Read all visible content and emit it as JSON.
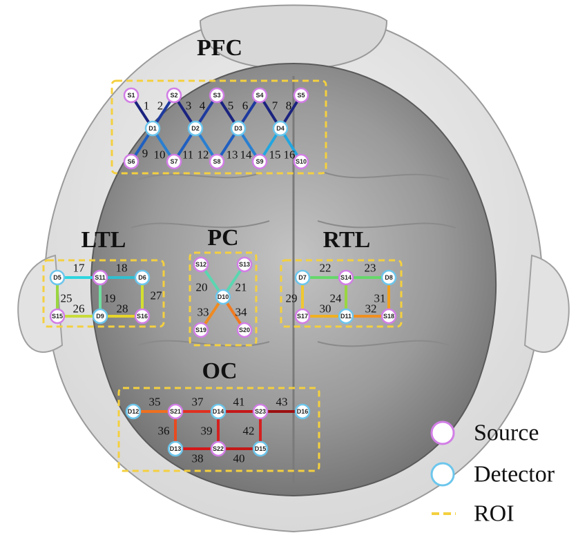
{
  "colors": {
    "source": "#d27ee6",
    "detector": "#6cc6ec",
    "roi": "#f4d03f"
  },
  "regions": [
    {
      "id": "pfc",
      "label": "PFC"
    },
    {
      "id": "ltl",
      "label": "LTL"
    },
    {
      "id": "pc",
      "label": "PC"
    },
    {
      "id": "rtl",
      "label": "RTL"
    },
    {
      "id": "oc",
      "label": "OC"
    }
  ],
  "optodes": [
    {
      "id": "S1",
      "type": "source"
    },
    {
      "id": "S2",
      "type": "source"
    },
    {
      "id": "S3",
      "type": "source"
    },
    {
      "id": "S4",
      "type": "source"
    },
    {
      "id": "S5",
      "type": "source"
    },
    {
      "id": "S6",
      "type": "source"
    },
    {
      "id": "S7",
      "type": "source"
    },
    {
      "id": "S8",
      "type": "source"
    },
    {
      "id": "S9",
      "type": "source"
    },
    {
      "id": "S10",
      "type": "source"
    },
    {
      "id": "S11",
      "type": "source"
    },
    {
      "id": "S12",
      "type": "source"
    },
    {
      "id": "S13",
      "type": "source"
    },
    {
      "id": "S14",
      "type": "source"
    },
    {
      "id": "S15",
      "type": "source"
    },
    {
      "id": "S16",
      "type": "source"
    },
    {
      "id": "S17",
      "type": "source"
    },
    {
      "id": "S18",
      "type": "source"
    },
    {
      "id": "S19",
      "type": "source"
    },
    {
      "id": "S20",
      "type": "source"
    },
    {
      "id": "S21",
      "type": "source"
    },
    {
      "id": "S22",
      "type": "source"
    },
    {
      "id": "S23",
      "type": "source"
    },
    {
      "id": "D1",
      "type": "detector"
    },
    {
      "id": "D2",
      "type": "detector"
    },
    {
      "id": "D3",
      "type": "detector"
    },
    {
      "id": "D4",
      "type": "detector"
    },
    {
      "id": "D5",
      "type": "detector"
    },
    {
      "id": "D6",
      "type": "detector"
    },
    {
      "id": "D7",
      "type": "detector"
    },
    {
      "id": "D8",
      "type": "detector"
    },
    {
      "id": "D9",
      "type": "detector"
    },
    {
      "id": "D10",
      "type": "detector"
    },
    {
      "id": "D11",
      "type": "detector"
    },
    {
      "id": "D12",
      "type": "detector"
    },
    {
      "id": "D13",
      "type": "detector"
    },
    {
      "id": "D14",
      "type": "detector"
    },
    {
      "id": "D15",
      "type": "detector"
    },
    {
      "id": "D16",
      "type": "detector"
    }
  ],
  "channels": [
    {
      "num": "1",
      "from": "S1",
      "to": "D1",
      "color": "#1a237e"
    },
    {
      "num": "2",
      "from": "S2",
      "to": "D1",
      "color": "#1e3a9e"
    },
    {
      "num": "3",
      "from": "S2",
      "to": "D2",
      "color": "#1a237e"
    },
    {
      "num": "4",
      "from": "S3",
      "to": "D2",
      "color": "#1e3a9e"
    },
    {
      "num": "5",
      "from": "S3",
      "to": "D3",
      "color": "#1a237e"
    },
    {
      "num": "6",
      "from": "S4",
      "to": "D3",
      "color": "#1e3a9e"
    },
    {
      "num": "7",
      "from": "S4",
      "to": "D4",
      "color": "#1a237e"
    },
    {
      "num": "8",
      "from": "S5",
      "to": "D4",
      "color": "#1a237e"
    },
    {
      "num": "9",
      "from": "S6",
      "to": "D1",
      "color": "#1f5fc0"
    },
    {
      "num": "10",
      "from": "S7",
      "to": "D1",
      "color": "#2a7fd0"
    },
    {
      "num": "11",
      "from": "S7",
      "to": "D2",
      "color": "#1f5fc0"
    },
    {
      "num": "12",
      "from": "S8",
      "to": "D2",
      "color": "#2a7fd0"
    },
    {
      "num": "13",
      "from": "S8",
      "to": "D3",
      "color": "#1f5fc0"
    },
    {
      "num": "14",
      "from": "S9",
      "to": "D3",
      "color": "#2a7fd0"
    },
    {
      "num": "15",
      "from": "S9",
      "to": "D4",
      "color": "#22a6e0"
    },
    {
      "num": "16",
      "from": "S10",
      "to": "D4",
      "color": "#22a6e0"
    },
    {
      "num": "17",
      "from": "D5",
      "to": "S11",
      "color": "#2fd6e0"
    },
    {
      "num": "18",
      "from": "S11",
      "to": "D6",
      "color": "#2fbfd0"
    },
    {
      "num": "19",
      "from": "S11",
      "to": "D9",
      "color": "#6ee0a0"
    },
    {
      "num": "25",
      "from": "D5",
      "to": "S15",
      "color": "#9ad640"
    },
    {
      "num": "26",
      "from": "S15",
      "to": "D9",
      "color": "#c8dc3a"
    },
    {
      "num": "27",
      "from": "D6",
      "to": "S16",
      "color": "#d4e030"
    },
    {
      "num": "28",
      "from": "D9",
      "to": "S16",
      "color": "#e6d42a"
    },
    {
      "num": "20",
      "from": "S12",
      "to": "D10",
      "color": "#5ad6b0"
    },
    {
      "num": "21",
      "from": "S13",
      "to": "D10",
      "color": "#5ad6b0"
    },
    {
      "num": "33",
      "from": "S19",
      "to": "D10",
      "color": "#f08a20"
    },
    {
      "num": "34",
      "from": "S20",
      "to": "D10",
      "color": "#f07a20"
    },
    {
      "num": "22",
      "from": "D7",
      "to": "S14",
      "color": "#66d86a"
    },
    {
      "num": "23",
      "from": "S14",
      "to": "D8",
      "color": "#66d86a"
    },
    {
      "num": "24",
      "from": "S14",
      "to": "D11",
      "color": "#9ad640"
    },
    {
      "num": "29",
      "from": "D7",
      "to": "S17",
      "color": "#f0c830"
    },
    {
      "num": "30",
      "from": "S17",
      "to": "D11",
      "color": "#f0b020"
    },
    {
      "num": "31",
      "from": "D8",
      "to": "S18",
      "color": "#f0a020"
    },
    {
      "num": "32",
      "from": "D11",
      "to": "S18",
      "color": "#f09020"
    },
    {
      "num": "35",
      "from": "D12",
      "to": "S21",
      "color": "#f07020"
    },
    {
      "num": "36",
      "from": "S21",
      "to": "D13",
      "color": "#e84a20"
    },
    {
      "num": "37",
      "from": "S21",
      "to": "D14",
      "color": "#e03020"
    },
    {
      "num": "38",
      "from": "D13",
      "to": "S22",
      "color": "#d41818"
    },
    {
      "num": "39",
      "from": "D14",
      "to": "S22",
      "color": "#d42020"
    },
    {
      "num": "40",
      "from": "S22",
      "to": "D15",
      "color": "#c41818"
    },
    {
      "num": "41",
      "from": "D14",
      "to": "S23",
      "color": "#c41818"
    },
    {
      "num": "42",
      "from": "S23",
      "to": "D15",
      "color": "#d42020"
    },
    {
      "num": "43",
      "from": "S23",
      "to": "D16",
      "color": "#9c1010"
    }
  ],
  "legend": {
    "source_label": "Source",
    "detector_label": "Detector",
    "roi_label": "ROI"
  }
}
